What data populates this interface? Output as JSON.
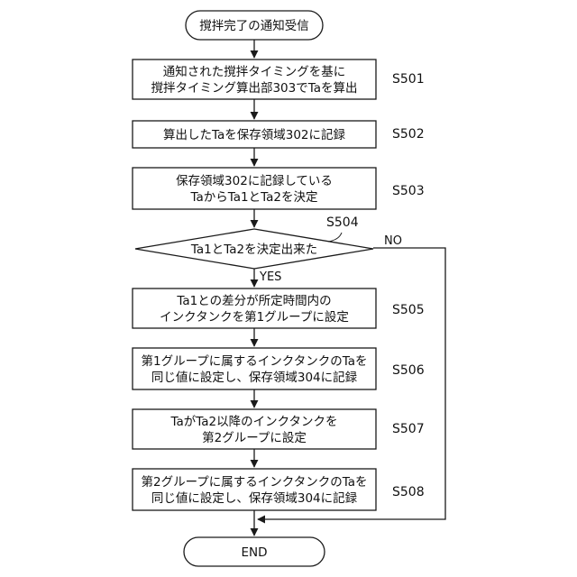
{
  "flowchart": {
    "start": {
      "label": "撹拌完了の通知受信"
    },
    "steps": [
      {
        "id": "S501",
        "lines": [
          "通知された撹拌タイミングを基に",
          "撹拌タイミング算出部303でTaを算出"
        ]
      },
      {
        "id": "S502",
        "lines": [
          "算出したTaを保存領域302に記録"
        ]
      },
      {
        "id": "S503",
        "lines": [
          "保存領域302に記録している",
          "TaからTa1とTa2を決定"
        ]
      },
      {
        "id": "S505",
        "lines": [
          "Ta1との差分が所定時間内の",
          "インクタンクを第1グループに設定"
        ]
      },
      {
        "id": "S506",
        "lines": [
          "第1グループに属するインクタンクのTaを",
          "同じ値に設定し、保存領域304に記録"
        ]
      },
      {
        "id": "S507",
        "lines": [
          "TaがTa2以降のインクタンクを",
          "第2グループに設定"
        ]
      },
      {
        "id": "S508",
        "lines": [
          "第2グループに属するインクタンクのTaを",
          "同じ値に設定し、保存領域304に記録"
        ]
      }
    ],
    "decision": {
      "id": "S504",
      "label": "Ta1とTa2を決定出来た",
      "yes_label": "YES",
      "no_label": "NO"
    },
    "end": {
      "label": "END"
    }
  }
}
